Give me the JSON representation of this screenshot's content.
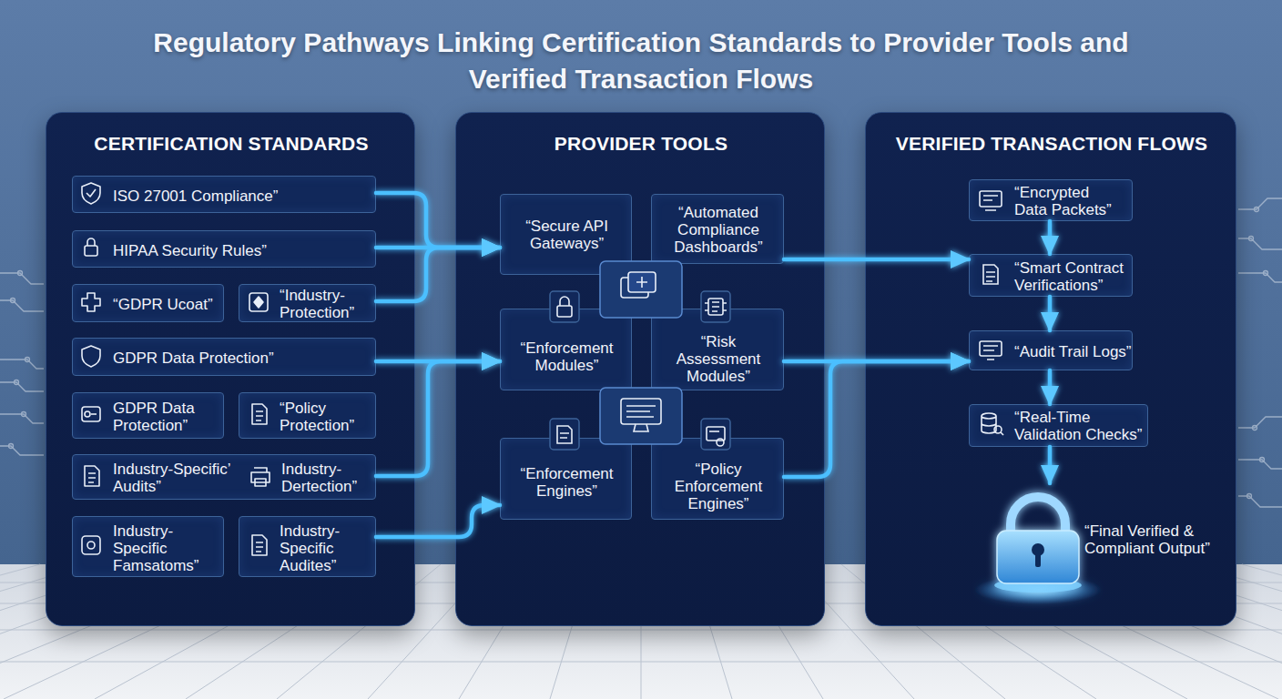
{
  "diagram": {
    "title": "Regulatory Pathways Linking Certification Standards to Provider Tools and Verified Transaction Flows",
    "nodes": [
      {
        "text": [
          "CERTIFICATION STANDARDS"
        ]
      },
      {
        "text": [
          "ISO 27001 Compliance”"
        ],
        "in": 0
      },
      {
        "text": [
          "HIPAA Security Rules”"
        ],
        "in": 0
      },
      {
        "text": [
          "“GDPR Ucoat”"
        ],
        "in": 0
      },
      {
        "text": [
          "“Industry- Protection”"
        ],
        "in": 0
      },
      {
        "text": [
          "GDPR Data Protection”"
        ],
        "in": 0
      },
      {
        "text": [
          "GDPR Data Protection”"
        ],
        "in": 0
      },
      {
        "text": [
          "“Policy Protection”"
        ],
        "in": 0
      },
      {
        "text": [
          "Industry-Specific’ Audits”",
          "Industry- Dertection”"
        ],
        "in": 0
      },
      {
        "text": [
          "Industry- Specific Famsatoms”"
        ],
        "in": 0
      },
      {
        "text": [
          "Industry- Specific Audites”"
        ],
        "in": 0
      },
      {
        "text": [
          "PROVIDER TOOLS"
        ]
      },
      {
        "text": [
          "“Secure API Gateways”"
        ],
        "in": 11
      },
      {
        "text": [
          "“Automated Compliance Dashboards”"
        ],
        "in": 11
      },
      {
        "text": [
          "“Enforcement Modules”"
        ],
        "in": 11
      },
      {
        "text": [
          "“Risk Assessment Modules”"
        ],
        "in": 11
      },
      {
        "text": [
          "“Enforcement Engines”"
        ],
        "in": 11
      },
      {
        "text": [
          "“Policy Enforcement Engines”"
        ],
        "in": 11
      },
      {
        "text": [
          "VERIFIED TRANSACTION FLOWS"
        ]
      },
      {
        "text": [
          "“Encrypted Data Packets”"
        ],
        "in": 18
      },
      {
        "text": [
          "“Smart Contract Verifications”"
        ],
        "in": 18
      },
      {
        "text": [
          "“Audit Trail Logs”"
        ],
        "in": 18
      },
      {
        "text": [
          "“Real-Time Validation Checks”"
        ],
        "in": 18
      },
      {
        "text": [
          "“Final Verified & Compliant Output”"
        ],
        "in": 18
      }
    ],
    "edges": [
      {
        "from": 1,
        "to": 12,
        "arrow": "to"
      },
      {
        "from": 2,
        "to": 12,
        "arrow": "to"
      },
      {
        "from": 4,
        "to": 12,
        "arrow": "to"
      },
      {
        "from": 5,
        "to": 14,
        "arrow": "to"
      },
      {
        "from": 8,
        "to": 14,
        "arrow": "to"
      },
      {
        "from": 10,
        "to": 16,
        "arrow": "to"
      },
      {
        "from": 13,
        "to": 20,
        "arrow": "to"
      },
      {
        "from": 15,
        "to": 21,
        "arrow": "to"
      },
      {
        "from": 17,
        "to": 21,
        "arrow": "to"
      },
      {
        "from": 19,
        "to": 20,
        "arrow": "to"
      },
      {
        "from": 20,
        "to": 21,
        "arrow": "to"
      },
      {
        "from": 21,
        "to": 22,
        "arrow": "to"
      },
      {
        "from": 22,
        "to": 23,
        "arrow": "to"
      }
    ]
  }
}
